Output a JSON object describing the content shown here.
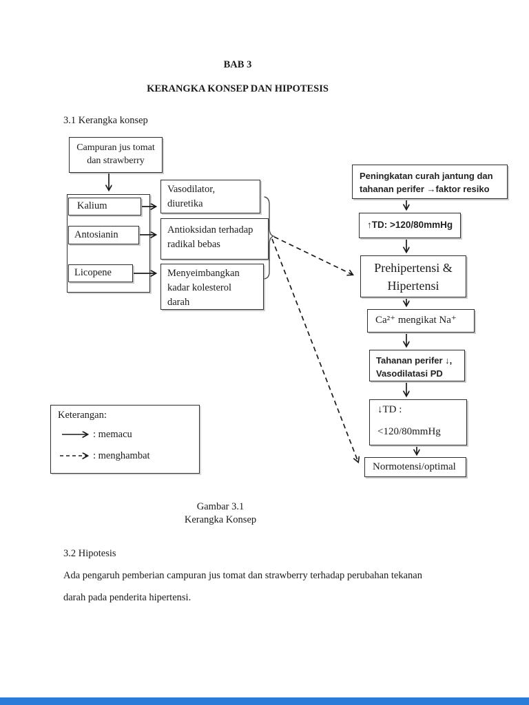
{
  "page": {
    "chapter_title": "BAB 3",
    "chapter_subtitle": "KERANGKA KONSEP DAN HIPOTESIS",
    "section_31_heading": "3.1 Kerangka konsep",
    "figure_caption_line1": "Gambar  3.1",
    "figure_caption_line2": "Kerangka Konsep",
    "section_32_heading": "3.2 Hipotesis",
    "hypothesis_line1": "Ada pengaruh pemberian campuran jus tomat dan strawberry terhadap perubahan tekanan",
    "hypothesis_line2": "darah pada penderita hipertensi."
  },
  "diagram": {
    "boxes": {
      "campuran": {
        "line1": "Campuran jus tomat",
        "line2": "dan strawberry"
      },
      "kalium": {
        "label": "Kalium"
      },
      "antosianin": {
        "label": "Antosianin"
      },
      "licopene": {
        "label": "Licopene"
      },
      "vasodilator": {
        "line1": "Vasodilator,",
        "line2": "diuretika"
      },
      "antioksidan": {
        "line1": "Antioksidan terhadap",
        "line2": "radikal bebas"
      },
      "menyeimbangkan": {
        "line1": "Menyeimbangkan",
        "line2": "kadar kolesterol",
        "line3": "darah"
      },
      "peningkatan": {
        "line1": "Peningkatan curah jantung dan",
        "line2": "tahanan perifer →faktor resiko"
      },
      "td_naik": {
        "label": "↑TD: >120/80mmHg"
      },
      "prehipertensi": {
        "line1": "Prehipertensi &",
        "line2": "Hipertensi"
      },
      "ca_mengikat": {
        "label": "Ca²⁺ mengikat Na⁺"
      },
      "tahanan_perifer": {
        "line1": "Tahanan perifer ↓,",
        "line2": "Vasodilatasi PD"
      },
      "td_turun": {
        "line1": "↓TD :",
        "line2": "<120/80mmHg"
      },
      "normotensi": {
        "label": "Normotensi/optimal"
      }
    },
    "legend": {
      "title": "Keterangan:",
      "solid_arrow_label": ": memacu",
      "dashed_arrow_label": ": menghambat"
    }
  },
  "colors": {
    "box_border": "#2b2b2b",
    "arrow_stroke": "#1a1a1a",
    "bottom_bar_blue": "#2b7cd9"
  }
}
